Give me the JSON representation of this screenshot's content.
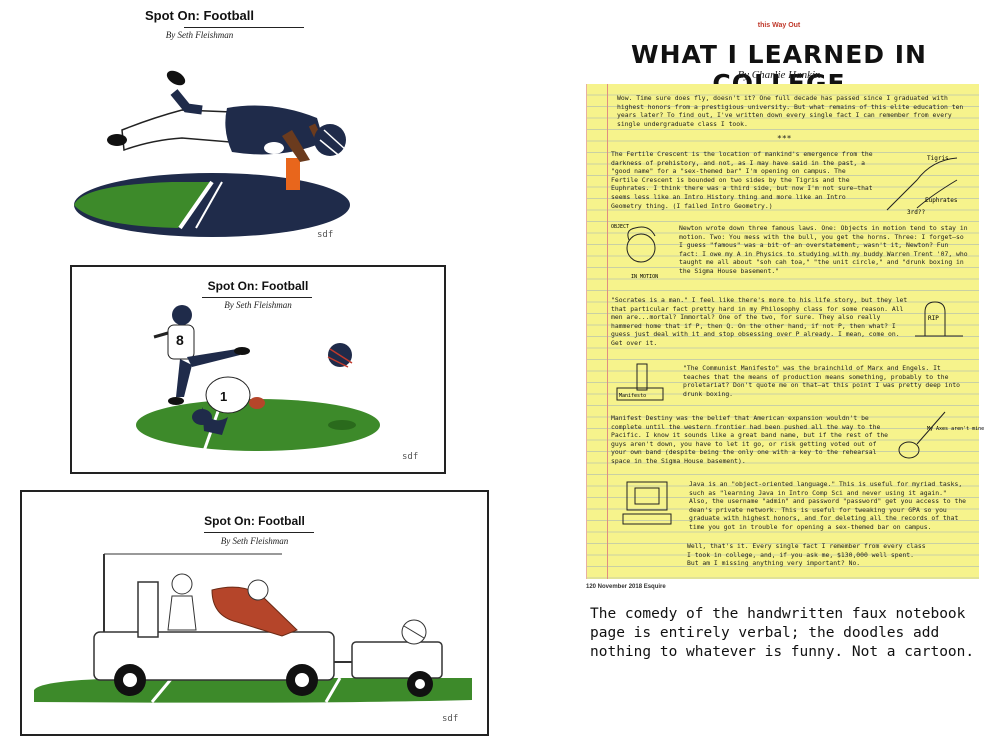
{
  "cartoons": [
    {
      "title": "Spot On: Football",
      "byline": "By Seth Fleishman",
      "signature": "sdf"
    },
    {
      "title": "Spot On: Football",
      "byline": "By Seth Fleishman",
      "signature": "sdf"
    },
    {
      "title": "Spot On: Football",
      "byline": "By Seth Fleishman",
      "signature": "sdf"
    }
  ],
  "jerseys": {
    "holder": "1",
    "kicker": "8"
  },
  "colors": {
    "field": "#3d8a2a",
    "navy": "#1f2b4a",
    "orange": "#e8661c",
    "paper": "#f6f38c",
    "rust": "#b5452a"
  },
  "notebook": {
    "kicker": "this Way Out",
    "title": "WHAT I LEARNED IN COLLEGE",
    "byline": "By Charlie Hankin",
    "intro": "Wow. Time sure does fly, doesn't it? One full decade has passed since I graduated with highest honors from a prestigious university. But what remains of this elite education ten years later? To find out, I've written down every single fact I can remember from every single undergraduate class I took.",
    "stars": "***",
    "p1": "The Fertile Crescent is the location of mankind's emergence from the darkness of prehistory, and not, as I may have said in the past, a \"good name\" for a \"sex-themed bar\" I'm opening on campus. The Fertile Crescent is bounded on two sides by the Tigris and the Euphrates. I think there was a third side, but now I'm not sure—that seems less like an Intro History thing and more like an Intro Geometry thing. (I failed Intro Geometry.)",
    "p2": "Newton wrote down three famous laws. One: Objects in motion tend to stay in motion. Two: You mess with the bull, you get the horns. Three: I forget—so I guess \"famous\" was a bit of an overstatement, wasn't it, Newton? Fun fact: I owe my A in Physics to studying with my buddy Warren Trent '07, who taught me all about \"soh cah toa,\" \"the unit circle,\" and \"drunk boxing in the Sigma House basement.\"",
    "p3": "\"Socrates is a man.\" I feel like there's more to his life story, but they let that particular fact pretty hard in my Philosophy class for some reason. All men are...mortal? Immortal? One of the two, for sure. They also really hammered home that if P, then Q. On the other hand, if not P, then what? I guess just deal with it and stop obsessing over P already. I mean, come on. Get over it.",
    "p4": "\"The Communist Manifesto\" was the brainchild of Marx and Engels. It teaches that the means of production means something, probably to the proletariat? Don't quote me on that—at this point I was pretty deep into drunk boxing.",
    "p5": "Manifest Destiny was the belief that American expansion wouldn't be complete until the western frontier had been pushed all the way to the Pacific. I know it sounds like a great band name, but if the rest of the guys aren't down, you have to let it go, or risk getting voted out of your own band (despite being the only one with a key to the rehearsal space in the Sigma House basement).",
    "p6": "Java is an \"object-oriented language.\" This is useful for myriad tasks, such as \"learning Java in Intro Comp Sci and never using it again.\" Also, the username \"admin\" and password \"password\" get you access to the dean's private network. This is useful for tweaking your GPA so you graduate with highest honors, and for deleting all the records of that time you got in trouble for opening a sex-themed bar on campus.",
    "p7": "Well, that's it. Every single fact I remember from every class I took in college, and, if you ask me, $130,000 well spent. But am I missing anything very important? No.",
    "doodles": {
      "tigris": "Tigris",
      "euphrates": "Euphrates",
      "mystery": "3rd??",
      "inertia_top": "OBJECT",
      "inertia_bottom": "IN MOTION",
      "tombstone": "RIP",
      "manifesto": "Manifesto",
      "band": "My Axes aren't mine"
    },
    "footer": "120 November 2018 Esquire"
  },
  "caption": "The comedy of the handwritten faux notebook page is entirely verbal; the doodles add nothing to whatever is funny. Not a cartoon."
}
